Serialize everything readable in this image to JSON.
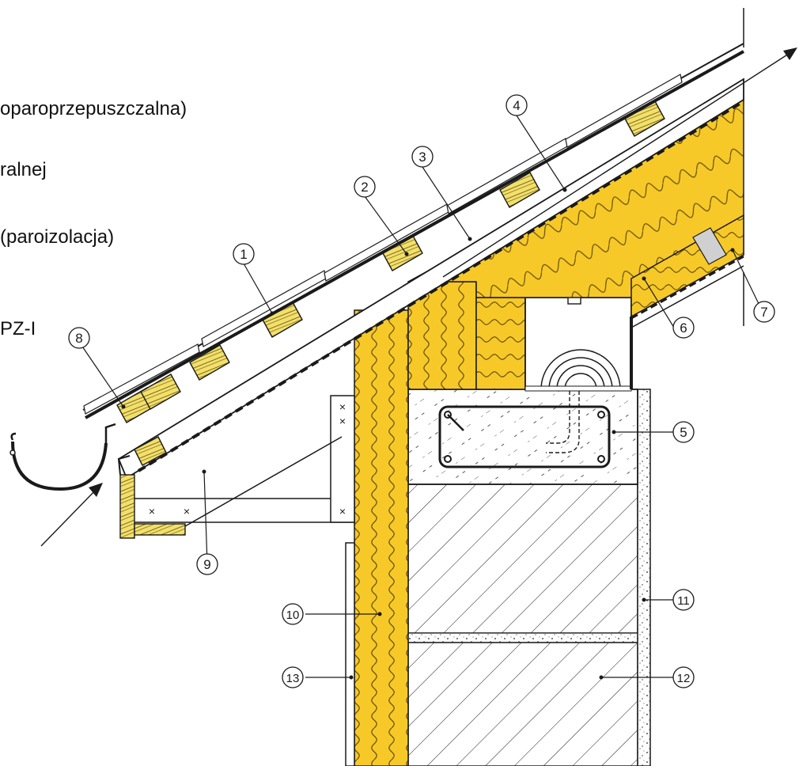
{
  "legend": {
    "line1": "oparoprzepuszczalna)",
    "line2": "ralnej",
    "line3": "(paroizolacja)",
    "line4": "PZ-I"
  },
  "callouts": [
    "1",
    "2",
    "3",
    "4",
    "5",
    "6",
    "7",
    "8",
    "9",
    "10",
    "11",
    "12",
    "13"
  ],
  "colors": {
    "insulation": "#f7c928",
    "insulation_stroke": "#5a4a10",
    "timber": "#f3e06a",
    "line": "#1a1a1a",
    "concrete_fill": "#f6f6f6"
  }
}
